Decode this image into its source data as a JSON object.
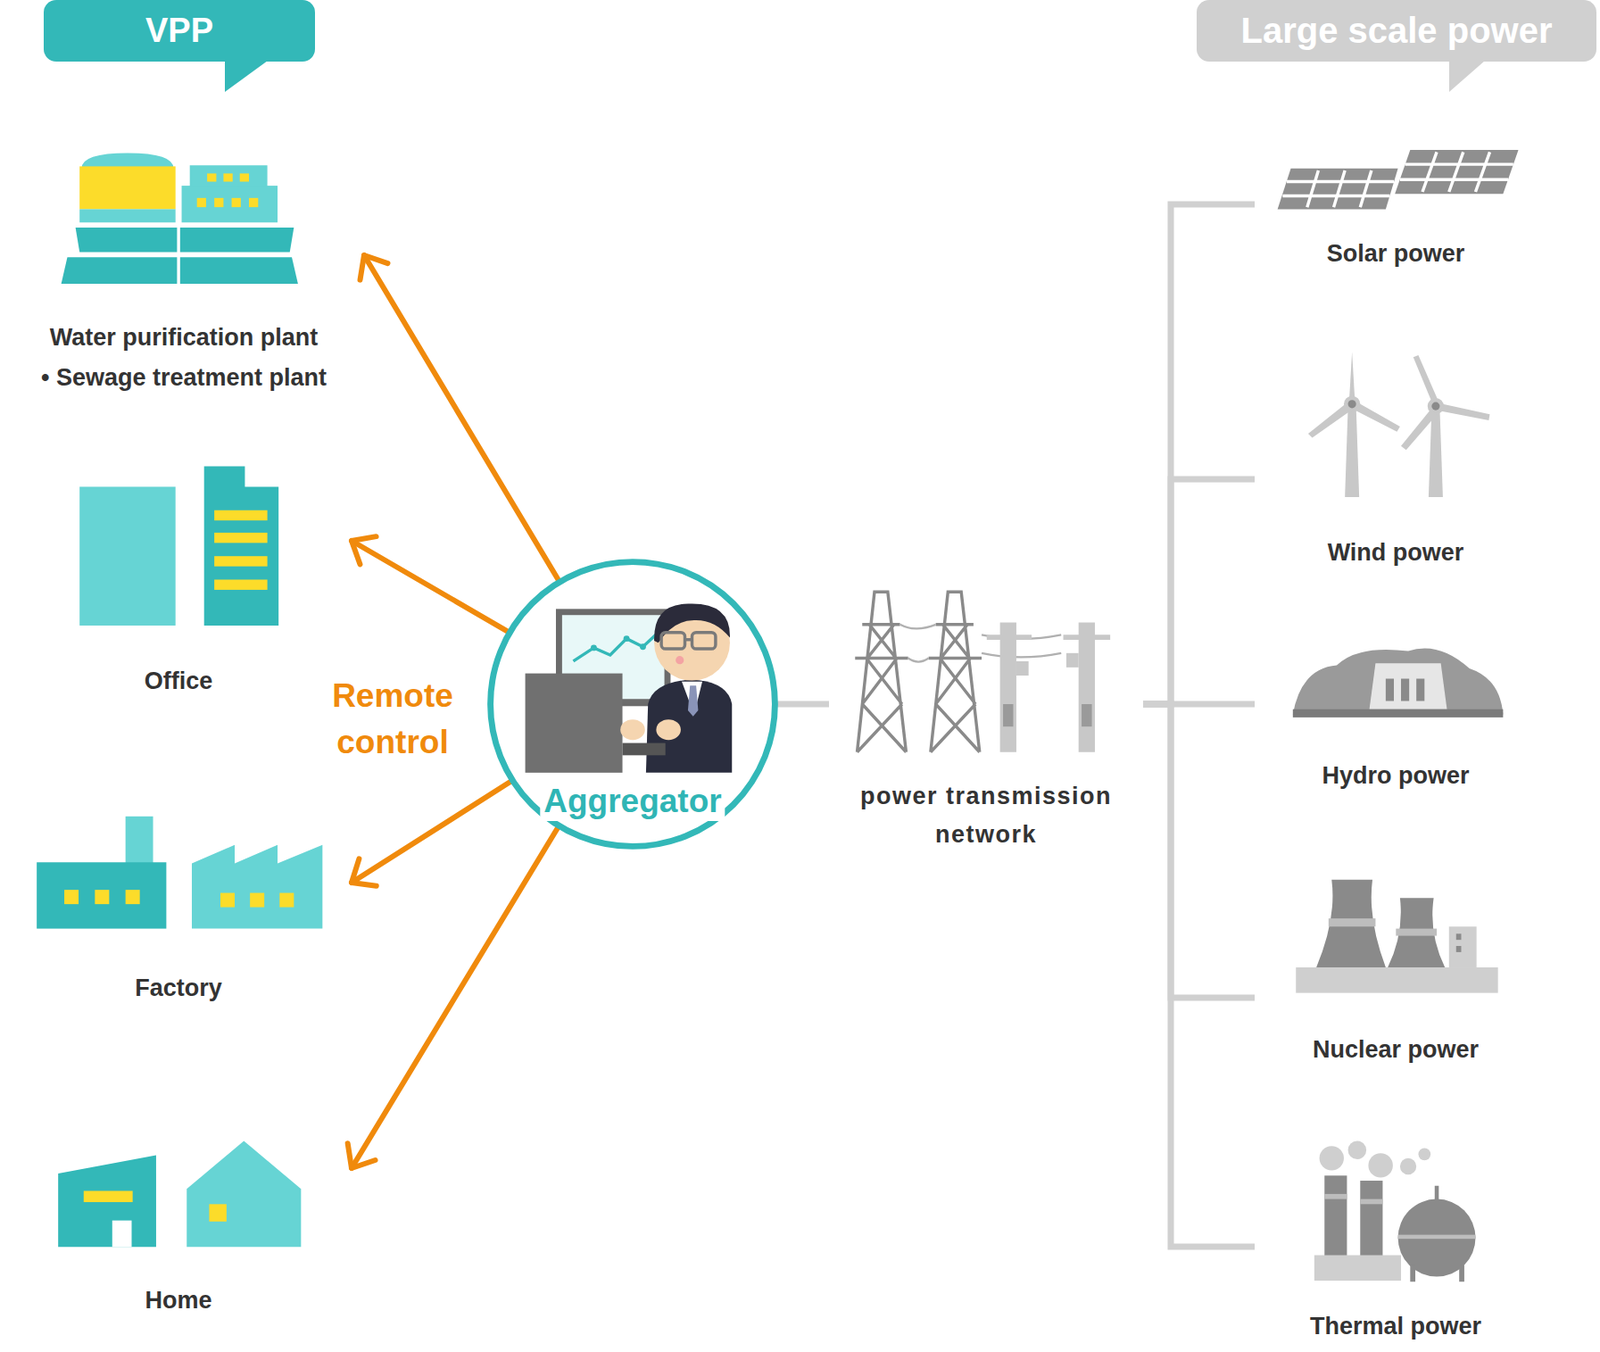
{
  "diagram": {
    "nodes": [
      {
        "text": [
          "VPP"
        ]
      },
      {
        "text": [
          "Large scale power"
        ]
      },
      {
        "text": [
          "Water purification plant",
          "• Sewage treatment plant"
        ]
      },
      {
        "text": [
          "Office"
        ]
      },
      {
        "text": [
          "Factory"
        ]
      },
      {
        "text": [
          "Home"
        ]
      },
      {
        "text": [
          "Aggregator"
        ]
      },
      {
        "text": [
          "power transmission network"
        ]
      },
      {
        "text": [
          "Solar power"
        ]
      },
      {
        "text": [
          "Wind power"
        ]
      },
      {
        "text": [
          "Hydro power"
        ]
      },
      {
        "text": [
          "Nuclear power"
        ]
      },
      {
        "text": [
          "Thermal power"
        ]
      }
    ],
    "edges": [
      {
        "from": 6,
        "to": 2,
        "arrow": "to"
      },
      {
        "from": 6,
        "to": 3,
        "arrow": "to"
      },
      {
        "from": 6,
        "to": 4,
        "arrow": "to"
      },
      {
        "from": 6,
        "to": 5,
        "arrow": "to"
      },
      {
        "from": 6,
        "to": 7,
        "arrow": "none"
      },
      {
        "from": 7,
        "to": 8,
        "arrow": "none"
      },
      {
        "from": 7,
        "to": 9,
        "arrow": "none"
      },
      {
        "from": 7,
        "to": 10,
        "arrow": "none"
      },
      {
        "from": 7,
        "to": 11,
        "arrow": "none"
      },
      {
        "from": 7,
        "to": 12,
        "arrow": "none"
      }
    ],
    "labels": [
      "Remote control"
    ]
  }
}
